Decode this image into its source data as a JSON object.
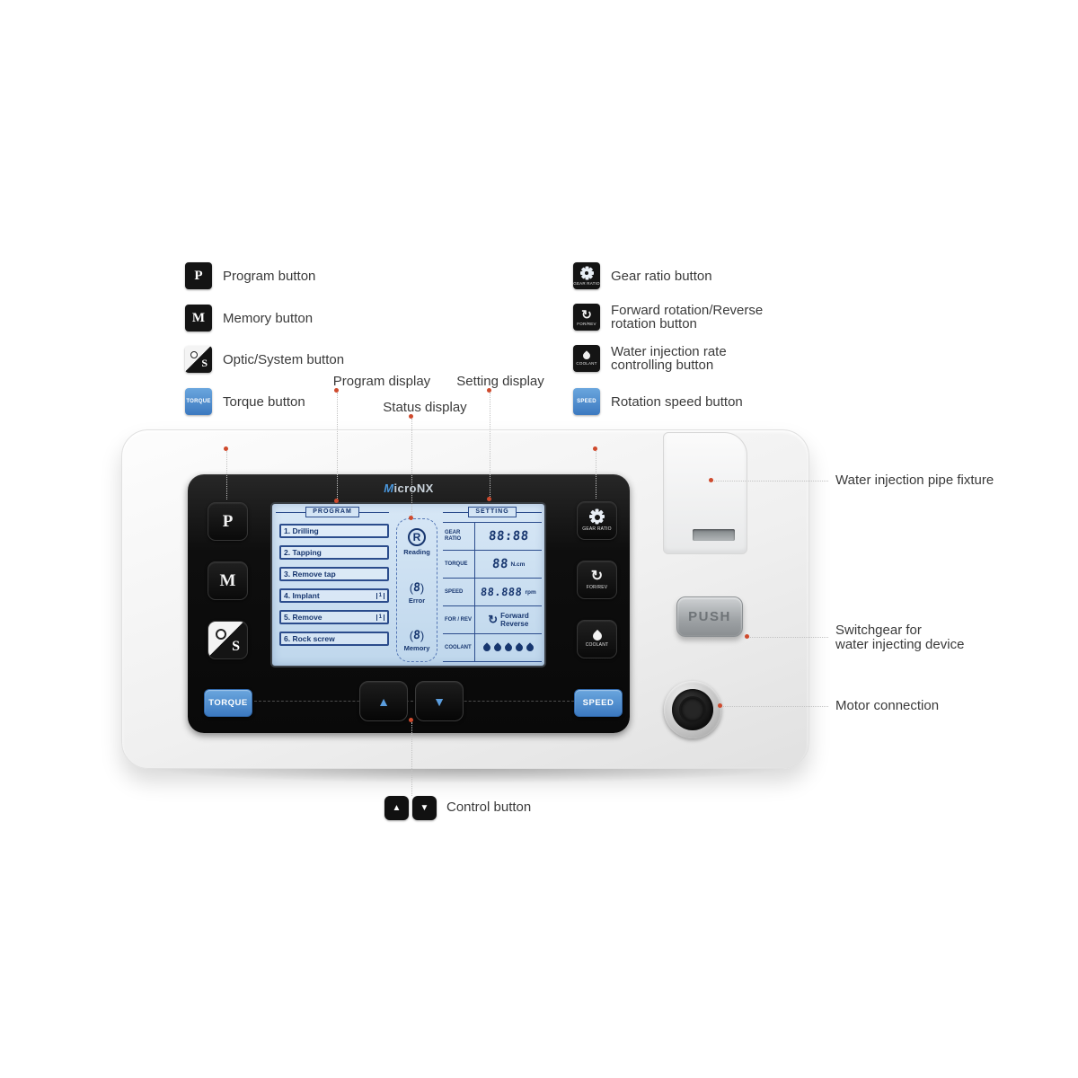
{
  "device": {
    "logo": {
      "first": "M",
      "rest": "icroNX"
    },
    "panel": {
      "program_btn": "P",
      "memory_btn": "M",
      "optic_btn": "S",
      "torque_btn": "TORQUE",
      "gear_btn": "GEAR RATIO",
      "forrev_btn": "FOR/REV",
      "coolant_btn": "COOLANT",
      "speed_btn": "SPEED",
      "up": "▲",
      "down": "▼"
    },
    "push_btn": "PUSH",
    "icons": {
      "forrev_glyph": "↻"
    },
    "lcd": {
      "program_header": "PROGRAM",
      "program_items": [
        "1. Drilling",
        "2. Tapping",
        "3. Remove tap",
        "4. Implant",
        "5. Remove",
        "6. Rock screw"
      ],
      "implant_mark": "1",
      "remove_mark": "1",
      "status": {
        "reading_symbol": "R",
        "reading": "Reading",
        "error_symbol": "8",
        "error": "Error",
        "memory_symbol": "8",
        "memory": "Memory"
      },
      "setting_header": "SETTING",
      "rows": {
        "gear": {
          "label": "GEAR RATIO",
          "value": "88:88"
        },
        "torque": {
          "label": "TORQUE",
          "value": "88",
          "unit": "N.cm"
        },
        "speed": {
          "label": "SPEED",
          "value": "88.888",
          "unit": "rpm"
        },
        "forrev": {
          "label": "FOR / REV",
          "value1": "Forward",
          "value2": "Reverse"
        },
        "coolant": {
          "label": "COOLANT",
          "drops": 5
        }
      }
    }
  },
  "colors": {
    "accent_blue": "#3c79c0",
    "lcd_blue": "#c9dcef",
    "callout_dot": "#cf4a2d"
  },
  "callouts": {
    "program": "Program button",
    "memory": "Memory button",
    "optic": "Optic/System button",
    "torque": "Torque button",
    "gear": "Gear ratio button",
    "forrev1": "Forward rotation/Reverse",
    "forrev2": "rotation button",
    "coolant1": "Water injection rate",
    "coolant2": "controlling button",
    "speed": "Rotation speed button",
    "program_display": "Program display",
    "status_display": "Status display",
    "setting_display": "Setting display",
    "fixture": "Water injection pipe fixture",
    "switchgear1": "Switchgear for",
    "switchgear2": "water injecting device",
    "motor": "Motor connection",
    "control": "Control button"
  }
}
